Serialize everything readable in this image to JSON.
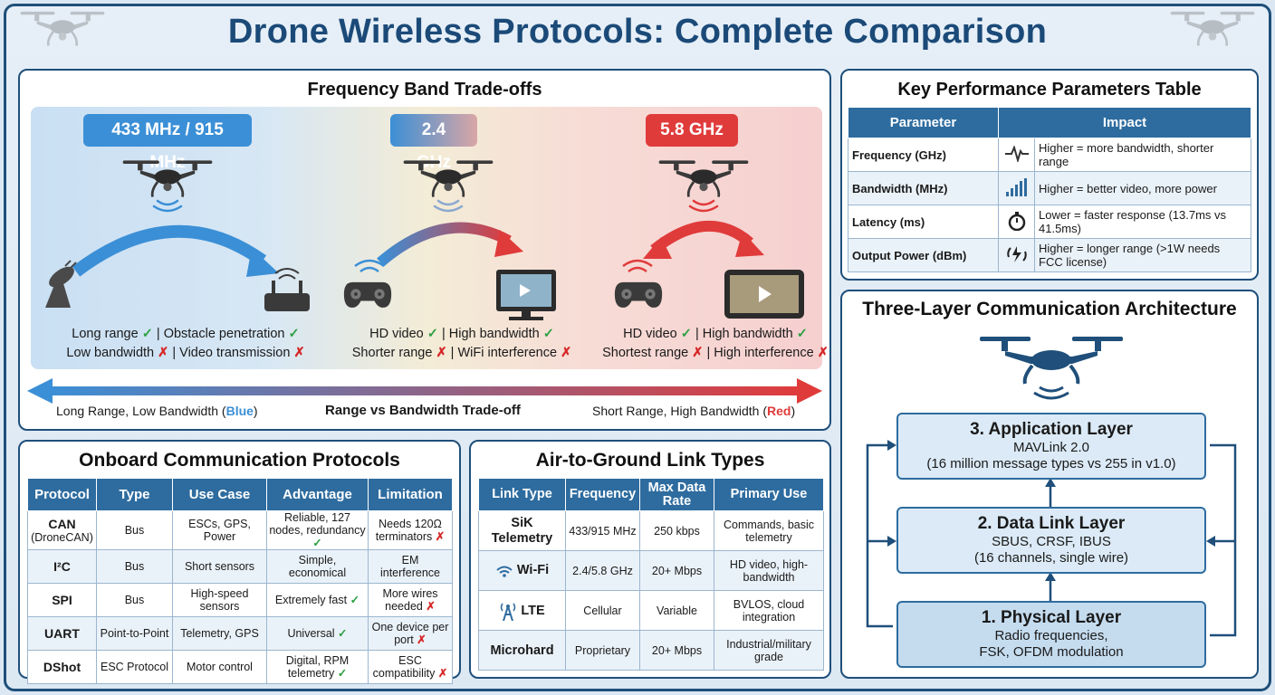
{
  "title": "Drone Wireless Protocols: Complete Comparison",
  "colors": {
    "dark_blue": "#1b4a78",
    "accent_blue": "#3b8fd6",
    "red": "#e03b3b",
    "check": "#2ea043",
    "cross": "#d62828"
  },
  "frequency_panel": {
    "title": "Frequency Band Trade-offs",
    "bands": [
      {
        "label": "433 MHz / 915 MHz",
        "pros": "Long range ✓ | Obstacle penetration ✓",
        "cons": "Low bandwidth ✗ | Video transmission ✗",
        "pro1": "Long range",
        "pro2": "Obstacle penetration",
        "con1": "Low bandwidth",
        "con2": "Video transmission"
      },
      {
        "label": "2.4 GHz",
        "pro1": "HD video",
        "pro2": "High bandwidth",
        "con1": "Shorter range",
        "con2": "WiFi interference"
      },
      {
        "label": "5.8 GHz",
        "pro1": "HD video",
        "pro2": "High bandwidth",
        "con1": "Shortest range",
        "con2": "High interference"
      }
    ],
    "axis_left": "Long Range, Low Bandwidth (",
    "axis_left_color": "Blue",
    "axis_center": "Range vs Bandwidth Trade-off",
    "axis_right": "Short Range, High Bandwidth (",
    "axis_right_color": "Red",
    "close_paren": ")"
  },
  "kpi_table": {
    "title": "Key Performance Parameters Table",
    "headers": [
      "Parameter",
      "Impact"
    ],
    "rows": [
      {
        "parameter": "Frequency (GHz)",
        "icon": "waveform-icon",
        "impact": "Higher = more bandwidth, shorter range"
      },
      {
        "parameter": "Bandwidth (MHz)",
        "icon": "signal-bars-icon",
        "impact": "Higher = better video, more power"
      },
      {
        "parameter": "Latency (ms)",
        "icon": "stopwatch-icon",
        "impact": "Lower = faster response (13.7ms vs 41.5ms)"
      },
      {
        "parameter": "Output Power (dBm)",
        "icon": "power-plug-icon",
        "impact": "Higher = longer range (>1W needs FCC license)"
      }
    ]
  },
  "onboard": {
    "title": "Onboard Communication Protocols",
    "headers": [
      "Protocol",
      "Type",
      "Use Case",
      "Advantage",
      "Limitation"
    ],
    "rows": [
      {
        "protocol": "CAN",
        "protocol_sub": "(DroneCAN)",
        "type": "Bus",
        "use": "ESCs, GPS, Power",
        "adv": "Reliable, 127 nodes, redundancy",
        "adv_mark": "✓",
        "lim": "Needs 120Ω terminators",
        "lim_mark": "✗"
      },
      {
        "protocol": "I²C",
        "protocol_sub": "",
        "type": "Bus",
        "use": "Short sensors",
        "adv": "Simple, economical",
        "adv_mark": "",
        "lim": "EM interference",
        "lim_mark": ""
      },
      {
        "protocol": "SPI",
        "protocol_sub": "",
        "type": "Bus",
        "use": "High-speed sensors",
        "adv": "Extremely fast",
        "adv_mark": "✓",
        "lim": "More wires needed",
        "lim_mark": "✗"
      },
      {
        "protocol": "UART",
        "protocol_sub": "",
        "type": "Point-to-Point",
        "use": "Telemetry, GPS",
        "adv": "Universal",
        "adv_mark": "✓",
        "lim": "One device per port",
        "lim_mark": "✗"
      },
      {
        "protocol": "DShot",
        "protocol_sub": "",
        "type": "ESC Protocol",
        "use": "Motor control",
        "adv": "Digital, RPM telemetry",
        "adv_mark": "✓",
        "lim": "ESC compatibility",
        "lim_mark": "✗"
      }
    ]
  },
  "air": {
    "title": "Air-to-Ground Link Types",
    "headers": [
      "Link Type",
      "Frequency",
      "Max Data Rate",
      "Primary Use"
    ],
    "rows": [
      {
        "link": "SiK Telemetry",
        "icon": "",
        "freq": "433/915 MHz",
        "rate": "250 kbps",
        "use": "Commands, basic telemetry"
      },
      {
        "link": "Wi-Fi",
        "icon": "wifi-icon",
        "freq": "2.4/5.8 GHz",
        "rate": "20+ Mbps",
        "use": "HD video, high-bandwidth"
      },
      {
        "link": "LTE",
        "icon": "cell-tower-icon",
        "freq": "Cellular",
        "rate": "Variable",
        "use": "BVLOS, cloud integration"
      },
      {
        "link": "Microhard",
        "icon": "",
        "freq": "Proprietary",
        "rate": "20+ Mbps",
        "use": "Industrial/military grade"
      }
    ]
  },
  "layers": {
    "title": "Three-Layer Communication Architecture",
    "items": [
      {
        "name": "3. Application Layer",
        "line1": "MAVLink 2.0",
        "line2": "(16 million message types vs 255 in v1.0)"
      },
      {
        "name": "2. Data Link Layer",
        "line1": "SBUS, CRSF, IBUS",
        "line2": "(16 channels, single wire)"
      },
      {
        "name": "1. Physical Layer",
        "line1": "Radio frequencies,",
        "line2": "FSK, OFDM modulation"
      }
    ]
  }
}
